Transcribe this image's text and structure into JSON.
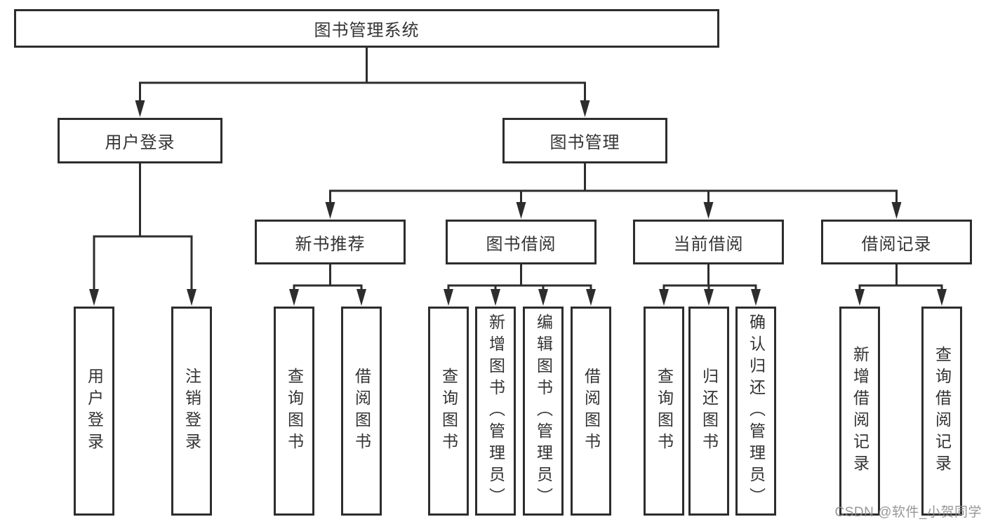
{
  "diagram_title": "图书管理系统",
  "tree": {
    "root": {
      "label": "图书管理系统",
      "children": [
        {
          "label": "用户登录",
          "children": [
            {
              "label": "用户登录"
            },
            {
              "label": "注销登录"
            }
          ]
        },
        {
          "label": "图书管理",
          "children": [
            {
              "label": "新书推荐",
              "children": [
                {
                  "label": "查询图书"
                },
                {
                  "label": "借阅图书"
                }
              ]
            },
            {
              "label": "图书借阅",
              "children": [
                {
                  "label": "查询图书"
                },
                {
                  "label": "新增图书（管理员）"
                },
                {
                  "label": "编辑图书（管理员）"
                },
                {
                  "label": "借阅图书"
                }
              ]
            },
            {
              "label": "当前借阅",
              "children": [
                {
                  "label": "查询图书"
                },
                {
                  "label": "归还图书"
                },
                {
                  "label": "确认归还（管理员）"
                }
              ]
            },
            {
              "label": "借阅记录",
              "children": [
                {
                  "label": "新增借阅记录"
                },
                {
                  "label": "查询借阅记录"
                }
              ]
            }
          ]
        }
      ]
    }
  },
  "watermark": {
    "text": "CSDN @软件_小贺同学"
  },
  "colors": {
    "line": "#2d2d2d",
    "node_border": "#2d2d2d",
    "node_fill": "#ffffff",
    "text": "#333333",
    "watermark_text": "#8c8c8c",
    "background": "#ffffff"
  }
}
